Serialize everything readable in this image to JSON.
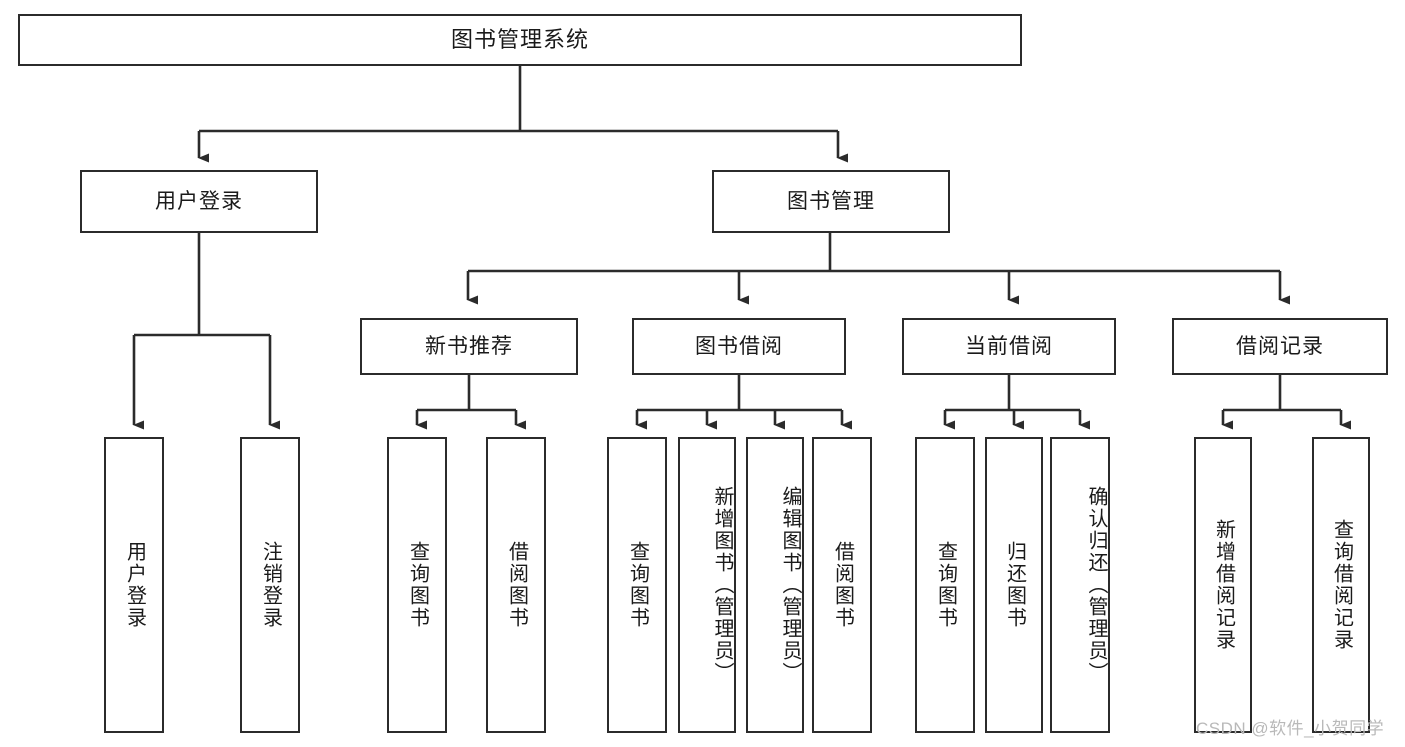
{
  "diagram": {
    "title": "图书管理系统",
    "type": "tree-hierarchy",
    "watermark": "CSDN @软件_小贺同学",
    "colors": {
      "box_border": "#2b2b2b",
      "box_fill": "#ffffff",
      "connector": "#2b2b2b",
      "text": "#1a1a1a",
      "watermark": "#b9b9b9"
    },
    "root": {
      "label": "图书管理系统"
    },
    "level2": [
      {
        "key": "user_login",
        "label": "用户登录"
      },
      {
        "key": "book_manage",
        "label": "图书管理"
      }
    ],
    "level3": [
      {
        "key": "new_book_rec",
        "label": "新书推荐"
      },
      {
        "key": "book_borrow",
        "label": "图书借阅"
      },
      {
        "key": "current_borrow",
        "label": "当前借阅"
      },
      {
        "key": "borrow_record",
        "label": "借阅记录"
      }
    ],
    "leaves": {
      "user_login": [
        {
          "label": "用户登录"
        },
        {
          "label": "注销登录"
        }
      ],
      "new_book_rec": [
        {
          "label": "查询图书"
        },
        {
          "label": "借阅图书"
        }
      ],
      "book_borrow": [
        {
          "label": "查询图书"
        },
        {
          "label": "新增图书（管理员）"
        },
        {
          "label": "编辑图书（管理员）"
        },
        {
          "label": "借阅图书"
        }
      ],
      "current_borrow": [
        {
          "label": "查询图书"
        },
        {
          "label": "归还图书"
        },
        {
          "label": "确认归还（管理员）"
        }
      ],
      "borrow_record": [
        {
          "label": "新增借阅记录"
        },
        {
          "label": "查询借阅记录"
        }
      ]
    }
  }
}
